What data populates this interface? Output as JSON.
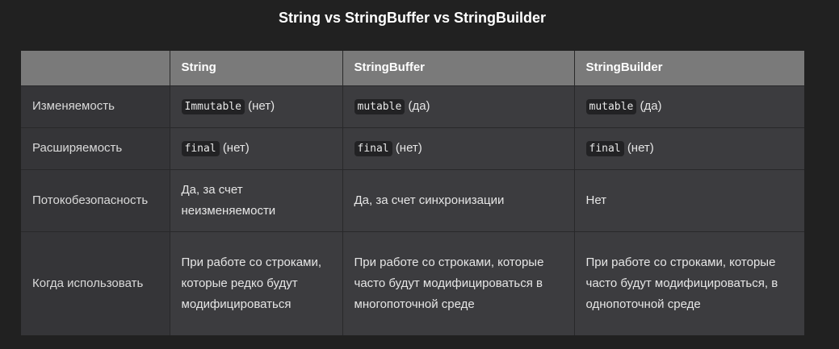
{
  "title": "String vs StringBuffer vs StringBuilder",
  "table": {
    "header": [
      "",
      "String",
      "StringBuffer",
      "StringBuilder"
    ],
    "rows": [
      {
        "label": "Изменяемость",
        "cells": [
          {
            "code": "Immutable",
            "text": "(нет)"
          },
          {
            "code": "mutable",
            "text": "(да)"
          },
          {
            "code": "mutable",
            "text": "(да)"
          }
        ]
      },
      {
        "label": "Расширяемость",
        "cells": [
          {
            "code": "final",
            "text": "(нет)"
          },
          {
            "code": "final",
            "text": "(нет)"
          },
          {
            "code": "final",
            "text": "(нет)"
          }
        ]
      },
      {
        "label": "Потокобезопасность",
        "cells": [
          {
            "text": "Да, за счет неизменяемости"
          },
          {
            "text": "Да, за счет синхронизации"
          },
          {
            "text": "Нет"
          }
        ]
      },
      {
        "label": "Когда использовать",
        "cells": [
          {
            "text": "При работе со строками, которые редко будут модифицироваться"
          },
          {
            "text": "При работе со строками, которые часто будут модифицироваться в многопоточной среде"
          },
          {
            "text": "При работе со строками, которые часто будут модифицироваться, в однопоточной среде"
          }
        ]
      }
    ]
  }
}
